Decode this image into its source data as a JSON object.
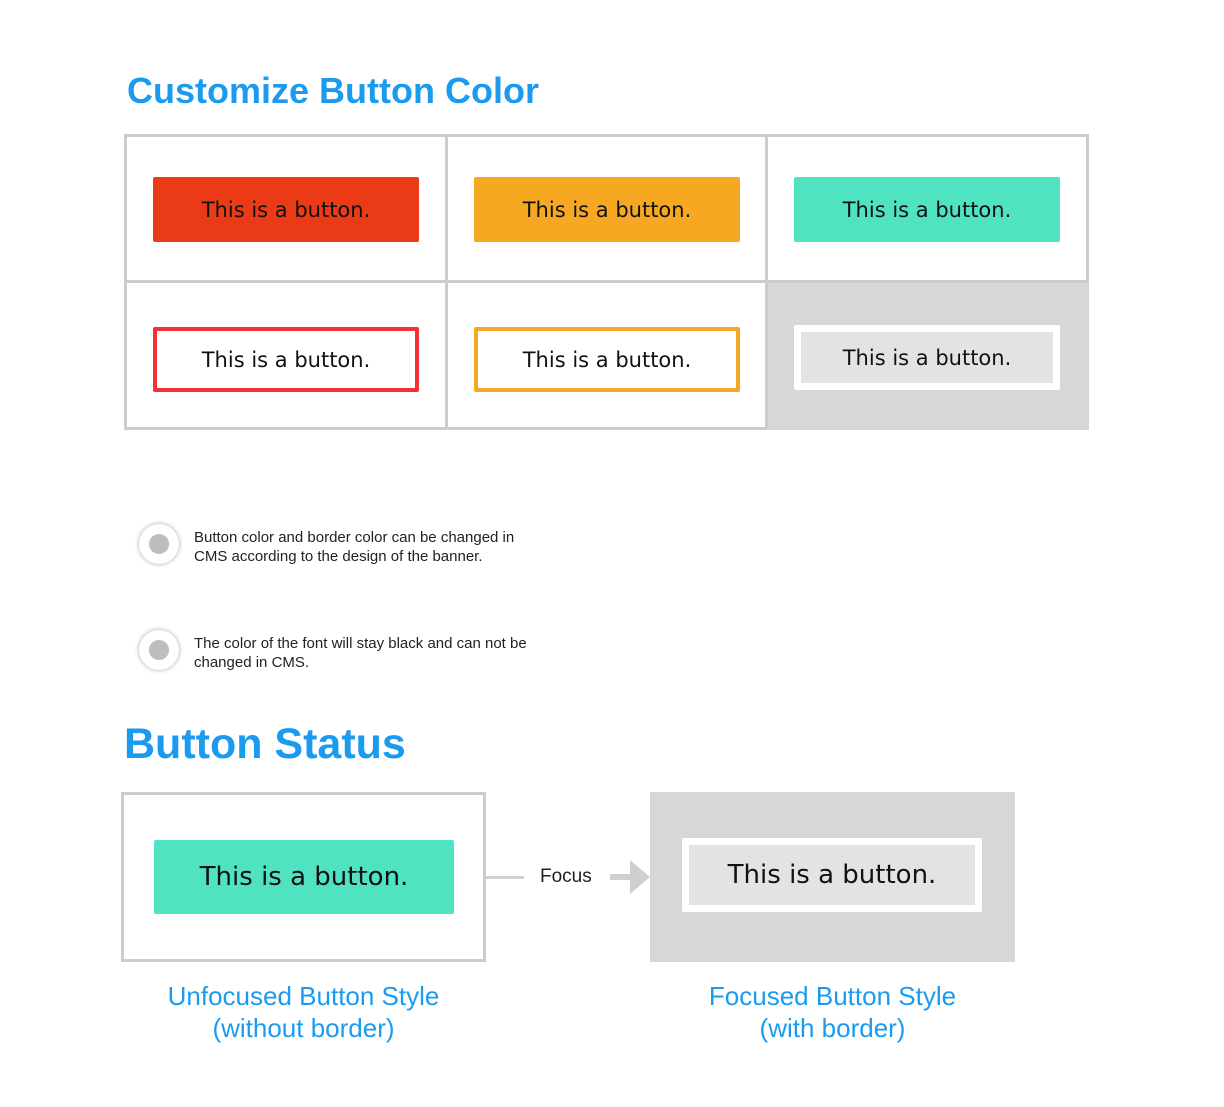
{
  "customize": {
    "title": "Customize Button Color",
    "rows": [
      [
        {
          "label": "This is a button.",
          "style": "filled",
          "bg": "#ea3a16",
          "border": "#ea3a16",
          "cell_bg": "#ffffff"
        },
        {
          "label": "This is a button.",
          "style": "filled",
          "bg": "#f6a823",
          "border": "#f6a823",
          "cell_bg": "#ffffff"
        },
        {
          "label": "This is a button.",
          "style": "filled",
          "bg": "#50e3c2",
          "border": "#50e3c2",
          "cell_bg": "#ffffff"
        }
      ],
      [
        {
          "label": "This is a button.",
          "style": "outlined",
          "bg": "#ffffff",
          "border": "#f53030",
          "cell_bg": "#ffffff"
        },
        {
          "label": "This is a button.",
          "style": "outlined",
          "bg": "#ffffff",
          "border": "#f6a823",
          "cell_bg": "#ffffff"
        },
        {
          "label": "This is a button.",
          "style": "outlined",
          "bg": "#e3e3e3",
          "border": "#ffffff",
          "cell_bg": "#d7d7d7"
        }
      ]
    ]
  },
  "notes": [
    {
      "text": "Button color and border color can be changed in CMS according to the design of the banner."
    },
    {
      "text": "The color of the font will stay black and can not be changed in CMS."
    }
  ],
  "status": {
    "title": "Button Status",
    "unfocused": {
      "button_label": "This is a button.",
      "button_color": "#50e3c2",
      "caption_line1": "Unfocused Button Style",
      "caption_line2": "(without border)"
    },
    "transition_label": "Focus",
    "focused": {
      "button_label": "This is a button.",
      "button_color": "#e3e3e3",
      "border_color": "#ffffff",
      "caption_line1": "Focused Button Style",
      "caption_line2": "(with border)"
    }
  },
  "colors": {
    "title_blue": "#1a9bf0",
    "grid_line": "#cccccc",
    "panel_gray": "#d7d7d7",
    "arrow_gray": "#cfcfcf"
  }
}
